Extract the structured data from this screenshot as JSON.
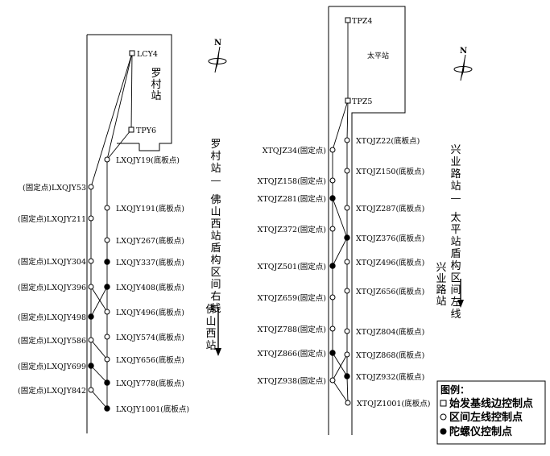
{
  "left_section": {
    "station_label": "罗村站",
    "route_label": "罗村站—佛山西站盾构区间右线",
    "direction_label": "佛山西站",
    "points": [
      {
        "id": "LCY4",
        "name": "LCY4",
        "type": "baseline"
      },
      {
        "id": "TPY6",
        "name": "TPY6",
        "type": "baseline"
      },
      {
        "id": "LXQJY19",
        "name": "LXQJY19",
        "type": "control",
        "note": "(底板点)"
      },
      {
        "id": "LXQJY53",
        "name": "LXQJY53",
        "type": "control",
        "note": "(固定点)"
      },
      {
        "id": "LXQJY191",
        "name": "LXQJY191",
        "type": "control",
        "note": "(底板点)"
      },
      {
        "id": "LXQJY211",
        "name": "LXQJY211",
        "type": "control",
        "note": "(固定点)"
      },
      {
        "id": "LXQJY267",
        "name": "LXQJY267",
        "type": "control",
        "note": "(底板点)"
      },
      {
        "id": "LXQJY304",
        "name": "LXQJY304",
        "type": "control",
        "note": "(固定点)"
      },
      {
        "id": "LXQJY337",
        "name": "LXQJY337",
        "type": "gyro",
        "note": "(底板点)"
      },
      {
        "id": "LXQJY396",
        "name": "LXQJY396",
        "type": "control",
        "note": "(固定点)"
      },
      {
        "id": "LXQJY408",
        "name": "LXQJY408",
        "type": "gyro",
        "note": "(底板点)"
      },
      {
        "id": "LXQJY496",
        "name": "LXQJY496",
        "type": "control",
        "note": "(底板点)"
      },
      {
        "id": "LXQJY498",
        "name": "LXQJY498",
        "type": "gyro",
        "note": "(固定点)"
      },
      {
        "id": "LXQJY574",
        "name": "LXQJY574",
        "type": "control",
        "note": "(底板点)"
      },
      {
        "id": "LXQJY586",
        "name": "LXQJY586",
        "type": "control",
        "note": "(固定点)"
      },
      {
        "id": "LXQJY656",
        "name": "LXQJY656",
        "type": "control",
        "note": "(底板点)"
      },
      {
        "id": "LXQJY699",
        "name": "LXQJY699",
        "type": "gyro",
        "note": "(固定点)"
      },
      {
        "id": "LXQJY778",
        "name": "LXQJY778",
        "type": "gyro",
        "note": "(底板点)"
      },
      {
        "id": "LXQJY842",
        "name": "LXQJY842",
        "type": "control",
        "note": "(固定点)"
      },
      {
        "id": "LXQJY1001",
        "name": "LXQJY1001",
        "type": "gyro",
        "note": "(底板点)"
      }
    ]
  },
  "right_section": {
    "station_label": "太平站",
    "route_label": "兴业路站—太平站盾构区间左线",
    "direction_label": "兴业路站",
    "points": [
      {
        "id": "TPZ4",
        "name": "TPZ4",
        "type": "baseline"
      },
      {
        "id": "TPZ5",
        "name": "TPZ5",
        "type": "baseline"
      },
      {
        "id": "XTQJZ22",
        "name": "XTQJZ22",
        "type": "control",
        "note": "(底板点)"
      },
      {
        "id": "XTQJZ34",
        "name": "XTQJZ34",
        "type": "control",
        "note": "(固定点)"
      },
      {
        "id": "XTQJZ150",
        "name": "XTQJZ150",
        "type": "control",
        "note": "(底板点)"
      },
      {
        "id": "XTQJZ158",
        "name": "XTQJZ158",
        "type": "control",
        "note": "(固定点)"
      },
      {
        "id": "XTQJZ281",
        "name": "XTQJZ281",
        "type": "gyro",
        "note": "(固定点)"
      },
      {
        "id": "XTQJZ287",
        "name": "XTQJZ287",
        "type": "control",
        "note": "(底板点)"
      },
      {
        "id": "XTQJZ372",
        "name": "XTQJZ372",
        "type": "control",
        "note": "(固定点)"
      },
      {
        "id": "XTQJZ376",
        "name": "XTQJZ376",
        "type": "gyro",
        "note": "(底板点)"
      },
      {
        "id": "XTQJZ496",
        "name": "XTQJZ496",
        "type": "control",
        "note": "(底板点)"
      },
      {
        "id": "XTQJZ501",
        "name": "XTQJZ501",
        "type": "gyro",
        "note": "(固定点)"
      },
      {
        "id": "XTQJZ656",
        "name": "XTQJZ656",
        "type": "control",
        "note": "(底板点)"
      },
      {
        "id": "XTQJZ659",
        "name": "XTQJZ659",
        "type": "control",
        "note": "(固定点)"
      },
      {
        "id": "XTQJZ788",
        "name": "XTQJZ788",
        "type": "control",
        "note": "(固定点)"
      },
      {
        "id": "XTQJZ804",
        "name": "XTQJZ804",
        "type": "control",
        "note": "(底板点)"
      },
      {
        "id": "XTQJZ866",
        "name": "XTQJZ866",
        "type": "gyro",
        "note": "(固定点)"
      },
      {
        "id": "XTQJZ868",
        "name": "XTQJZ868",
        "type": "control",
        "note": "(底板点)"
      },
      {
        "id": "XTQJZ932",
        "name": "XTQJZ932",
        "type": "gyro",
        "note": "(底板点)"
      },
      {
        "id": "XTQJZ938",
        "name": "XTQJZ938",
        "type": "control",
        "note": "(固定点)"
      },
      {
        "id": "XTQJZ1001",
        "name": "XTQJZ1001",
        "type": "control",
        "note": "(底板点)"
      }
    ]
  },
  "north_label": "N",
  "legend": {
    "title": "图例：",
    "items": [
      {
        "symbol": "square",
        "label": "始发基线边控制点"
      },
      {
        "symbol": "circle",
        "label": "区间左线控制点"
      },
      {
        "symbol": "filled-circle",
        "label": "陀螺仪控制点"
      }
    ]
  }
}
